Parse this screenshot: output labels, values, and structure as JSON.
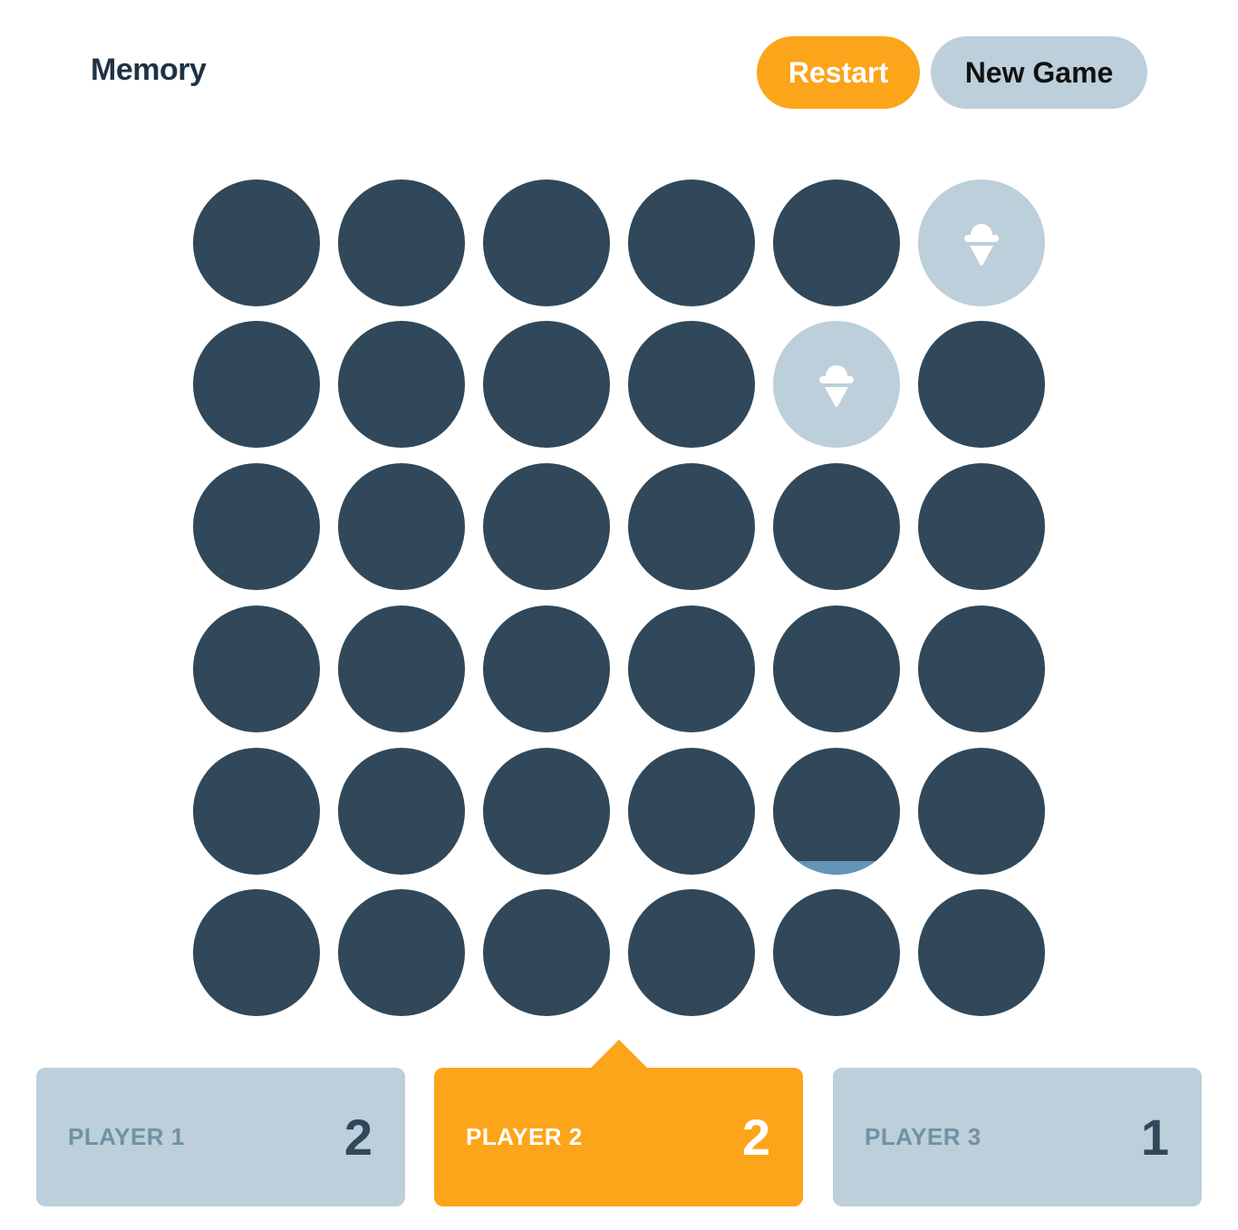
{
  "header": {
    "title": "Memory",
    "restart_label": "Restart",
    "new_game_label": "New Game"
  },
  "colors": {
    "accent": "#fca41a",
    "tile_hidden": "#304859",
    "tile_revealed": "#bccfdb",
    "tile_hover": "#6395b8",
    "text_dark": "#1f3344",
    "player_label": "#7191a5"
  },
  "board": {
    "rows": 6,
    "cols": 6,
    "tiles": [
      [
        "hidden",
        "hidden",
        "hidden",
        "hidden",
        "hidden",
        "revealed:ice-cream-icon"
      ],
      [
        "hidden",
        "hidden",
        "hidden",
        "hidden",
        "revealed:ice-cream-icon",
        "hidden"
      ],
      [
        "hidden",
        "hidden",
        "hidden",
        "hidden",
        "hidden",
        "hidden"
      ],
      [
        "hidden",
        "hidden",
        "hidden",
        "hidden",
        "hidden",
        "hidden"
      ],
      [
        "hidden",
        "hidden",
        "hidden",
        "hidden",
        "hover",
        "hidden"
      ],
      [
        "hidden",
        "hidden",
        "hidden",
        "hidden",
        "hidden",
        "hidden"
      ]
    ]
  },
  "players": [
    {
      "label": "PLAYER 1",
      "score": "2",
      "active": false
    },
    {
      "label": "PLAYER 2",
      "score": "2",
      "active": true
    },
    {
      "label": "PLAYER 3",
      "score": "1",
      "active": false
    }
  ]
}
